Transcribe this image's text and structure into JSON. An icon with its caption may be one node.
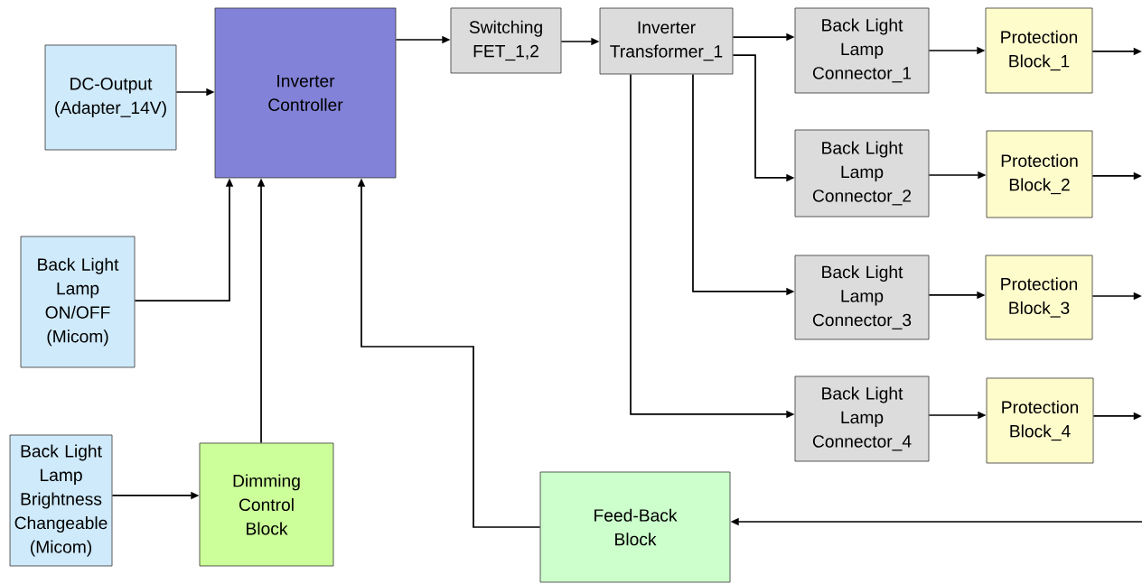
{
  "diagram": {
    "nodes": [
      {
        "text": [
          "DC-Output (Adapter_14V)"
        ]
      },
      {
        "text": [
          "Inverter Controller"
        ]
      },
      {
        "text": [
          "Switching FET_1,2"
        ]
      },
      {
        "text": [
          "Inverter Transformer_1"
        ]
      },
      {
        "text": [
          "Back Light Lamp ON/OFF (Micom)"
        ]
      },
      {
        "text": [
          "Back Light Lamp Brightness Changeable (Micom)"
        ]
      },
      {
        "text": [
          "Dimming Control Block"
        ]
      },
      {
        "text": [
          "Feed-Back Block"
        ]
      },
      {
        "text": [
          "Back Light Lamp Connector_1"
        ]
      },
      {
        "text": [
          "Back Light Lamp Connector_2"
        ]
      },
      {
        "text": [
          "Back Light Lamp Connector_3"
        ]
      },
      {
        "text": [
          "Back Light Lamp Connector_4"
        ]
      },
      {
        "text": [
          "Protection Block_1"
        ]
      },
      {
        "text": [
          "Protection Block_2"
        ]
      },
      {
        "text": [
          "Protection Block_3"
        ]
      },
      {
        "text": [
          "Protection Block_4"
        ]
      }
    ],
    "edges": [
      {
        "from": 0,
        "to": 1,
        "arrow": "to"
      },
      {
        "from": 4,
        "to": 1,
        "arrow": "to"
      },
      {
        "from": 5,
        "to": 6,
        "arrow": "to"
      },
      {
        "from": 6,
        "to": 1,
        "arrow": "to"
      },
      {
        "from": 7,
        "to": 1,
        "arrow": "to"
      },
      {
        "from": 1,
        "to": 2,
        "arrow": "to"
      },
      {
        "from": 2,
        "to": 3,
        "arrow": "to"
      },
      {
        "from": 3,
        "to": 8,
        "arrow": "to"
      },
      {
        "from": 3,
        "to": 9,
        "arrow": "to"
      },
      {
        "from": 3,
        "to": 10,
        "arrow": "to"
      },
      {
        "from": 3,
        "to": 11,
        "arrow": "to"
      },
      {
        "from": 8,
        "to": 12,
        "arrow": "to"
      },
      {
        "from": 9,
        "to": 13,
        "arrow": "to"
      },
      {
        "from": 10,
        "to": 14,
        "arrow": "to"
      },
      {
        "from": 11,
        "to": 15,
        "arrow": "to"
      },
      {
        "from": 12,
        "to": null,
        "arrow": "to"
      },
      {
        "from": 13,
        "to": null,
        "arrow": "to"
      },
      {
        "from": 14,
        "to": null,
        "arrow": "to"
      },
      {
        "from": 15,
        "to": null,
        "arrow": "to"
      },
      {
        "from": null,
        "to": 7,
        "arrow": "to"
      }
    ]
  }
}
